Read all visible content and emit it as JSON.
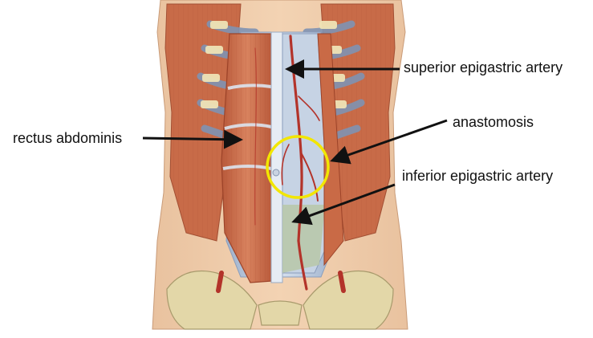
{
  "labels": {
    "superior": "superior epigastric artery",
    "anastomosis": "anastomosis",
    "rectus": "rectus abdominis",
    "inferior": "inferior epigastric artery"
  },
  "highlight_color": "#f2e600",
  "label_color": "#111111"
}
